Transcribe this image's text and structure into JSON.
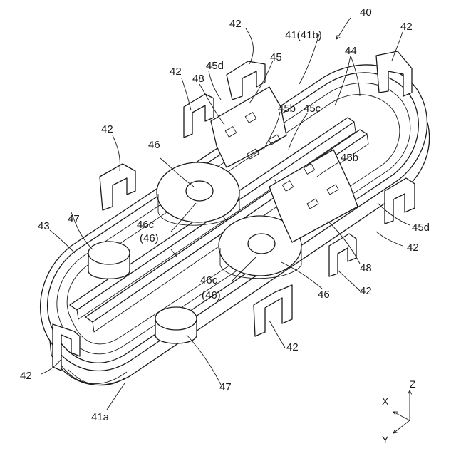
{
  "labels": {
    "l40": "40",
    "l41": "41(41b)",
    "l41a": "41a",
    "l42": "42",
    "l43": "43",
    "l44": "44",
    "l45": "45",
    "l45b": "45b",
    "l45c": "45c",
    "l45d": "45d",
    "l46": "46",
    "l46c": "46c",
    "l46p": "(46)",
    "l47": "47",
    "l48": "48"
  },
  "axes": {
    "x": "X",
    "y": "Y",
    "z": "Z"
  }
}
